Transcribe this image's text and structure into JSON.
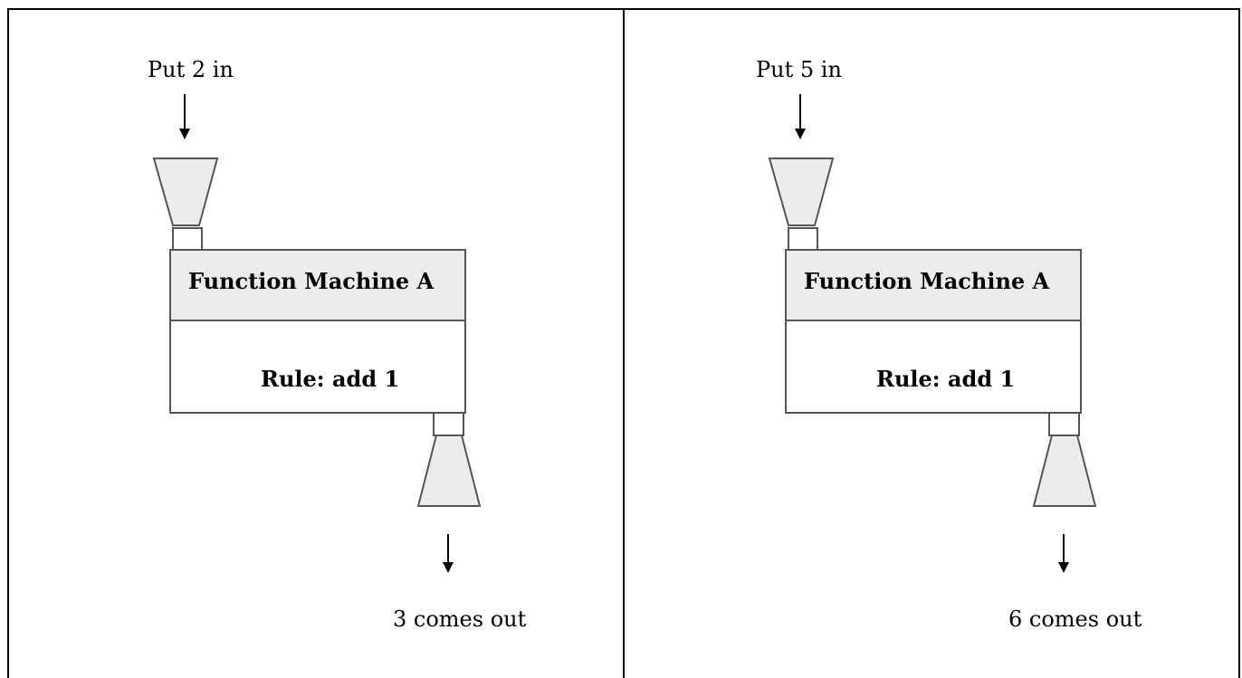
{
  "panels": [
    {
      "input_label": "Put 2 in",
      "machine_title": "Function Machine A",
      "rule_label": "Rule: add 1",
      "output_label": "3 comes out"
    },
    {
      "input_label": "Put 5 in",
      "machine_title": "Function Machine A",
      "rule_label": "Rule: add 1",
      "output_label": "6 comes out"
    }
  ],
  "colors": {
    "machine_fill": "#ececec",
    "line": "#000000",
    "machine_border": "#555555"
  }
}
